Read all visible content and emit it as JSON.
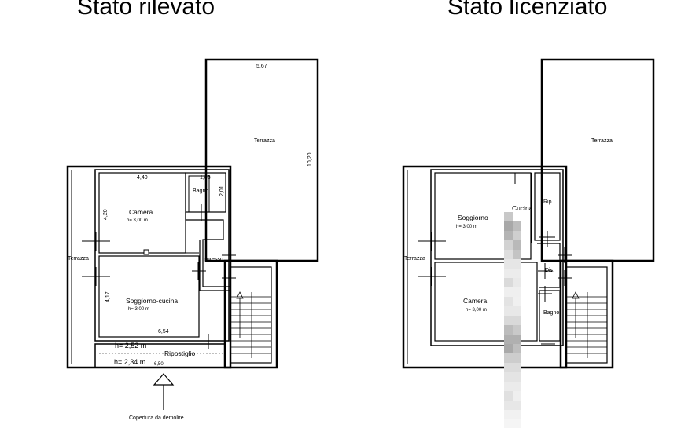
{
  "titles": {
    "left": "Stato rilevato",
    "right": "Stato licenziato"
  },
  "left_plan": {
    "terrazza_top": "Terrazza",
    "dim_567": "5,67",
    "dim_1020": "10,20",
    "dim_440": "4,40",
    "dim_188": "1,88",
    "dim_201": "2,01",
    "bagno": "Bagno",
    "camera": "Camera",
    "camera_h": "h= 3,00 m",
    "dim_420": "4,20",
    "terrazza_side": "Terrazza",
    "ingresso": "Ingresso",
    "soggiorno_cucina": "Soggiorno-cucina",
    "soggiorno_h": "h= 3,00 m",
    "dim_417": "4,17",
    "dim_654": "6,54",
    "h_252": "h= 2,52 m",
    "ripostiglio": "Ripostiglio",
    "h_234": "h= 2,34 m",
    "dim_650": "6,50",
    "copertura": "Copertura da demolire"
  },
  "right_plan": {
    "terrazza_top": "Terrazza",
    "soggiorno": "Soggiorno",
    "soggiorno_h": "h= 3,00 m",
    "cucina": "Cucina",
    "rip": "Rip",
    "terrazza_side": "Terrazza",
    "dis": "Dis.",
    "camera": "Camera",
    "camera_h": "h= 3,00 m",
    "bagno": "Bagno"
  }
}
